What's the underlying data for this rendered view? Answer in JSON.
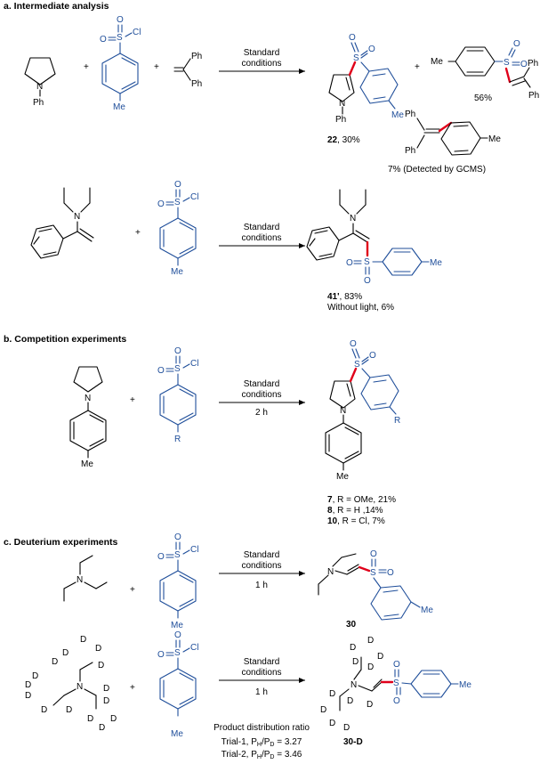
{
  "colors": {
    "black": "#000000",
    "blue": "#1f4e9a",
    "red": "#e0001a"
  },
  "sections": {
    "a": {
      "title": "a. Intermediate analysis"
    },
    "b": {
      "title": "b. Competition experiments"
    },
    "c": {
      "title": "c. Deuterium experiments"
    }
  },
  "common": {
    "plus": "+",
    "standard": "Standard",
    "conditions": "conditions",
    "Ph": "Ph",
    "Me": "Me",
    "N": "N",
    "S": "S",
    "O": "O",
    "Cl": "Cl",
    "R": "R",
    "D": "D"
  },
  "rxn_a1": {
    "product_22_label": "22",
    "product_22_yield": ", 30%",
    "byproduct_yield": "56%",
    "stilbene_note": "7% (Detected by GCMS)"
  },
  "rxn_a2": {
    "product_label": "41'",
    "product_yield": ", 83%",
    "no_light": "Without light, 6%"
  },
  "rxn_b": {
    "time": "2 h",
    "lines": [
      {
        "num": "7",
        "text": ", R = OMe, 21%"
      },
      {
        "num": "8",
        "text": ", R = H ,14%"
      },
      {
        "num": "10",
        "text": ", R = Cl, 7%"
      }
    ]
  },
  "rxn_c1": {
    "time": "1 h",
    "product_label": "30"
  },
  "rxn_c2": {
    "time": "1 h",
    "product_label": "30-D",
    "ratio_title": "Product distribution ratio",
    "trial1_prefix": "Trial-1, P",
    "trial1_value": " = 3.27",
    "trial2_prefix": "Trial-2, P",
    "trial2_value": " = 3.46",
    "sub_H": "H",
    "sub_D": "D",
    "slash": "/P"
  }
}
